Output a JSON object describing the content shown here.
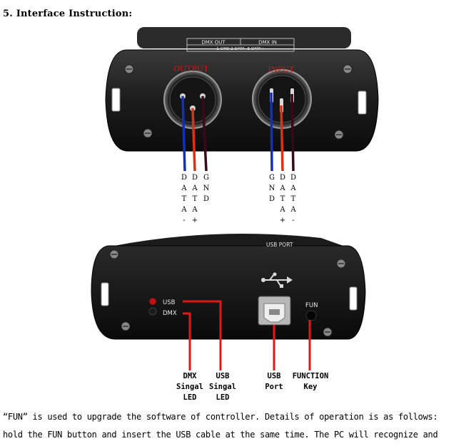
{
  "heading": "5. Interface Instruction:",
  "top_panel": {
    "label_box_left": "DMX OUT",
    "label_box_right": "DMX IN",
    "label_box_sub": "1-GND 2-DATA- 3-DATA+",
    "output_label": "OUTPUT",
    "input_label": "INPUT"
  },
  "output_pins": [
    {
      "letters": [
        "D",
        "A",
        "T",
        "A",
        "-"
      ],
      "color": "#1030c0"
    },
    {
      "letters": [
        "D",
        "A",
        "T",
        "A",
        "+"
      ],
      "color": "#e03010"
    },
    {
      "letters": [
        "G",
        "N",
        "D"
      ],
      "color": "#3a0818"
    }
  ],
  "input_pins": [
    {
      "letters": [
        "G",
        "N",
        "D"
      ],
      "color": "#1030c0"
    },
    {
      "letters": [
        "D",
        "A",
        "T",
        "A",
        "+"
      ],
      "color": "#e03010"
    },
    {
      "letters": [
        "D",
        "A",
        "T",
        "A",
        "-"
      ],
      "color": "#3a0818"
    }
  ],
  "bottom_panel": {
    "usb_port_label": "USB PORT",
    "led_usb": "USB",
    "led_dmx": "DMX",
    "fun_label": "FUN"
  },
  "callouts": {
    "dmx_led": "DMX\nSingal\nLED",
    "usb_led": "USB\nSingal\nLED",
    "usb_port": "USB\nPort",
    "function_key": "FUNCTION\nKey"
  },
  "paragraph": {
    "line1": "   “FUN” is used to upgrade the software of controller.  Details of operation is as follows:",
    "line2": "hold the FUN button and insert the USB cable at the same time. The PC will recognize and"
  },
  "colors": {
    "wire_red": "#e01818",
    "wire_blue": "#1030c0",
    "wire_maroon": "#3a0818",
    "panel": "#1e1e1e"
  }
}
